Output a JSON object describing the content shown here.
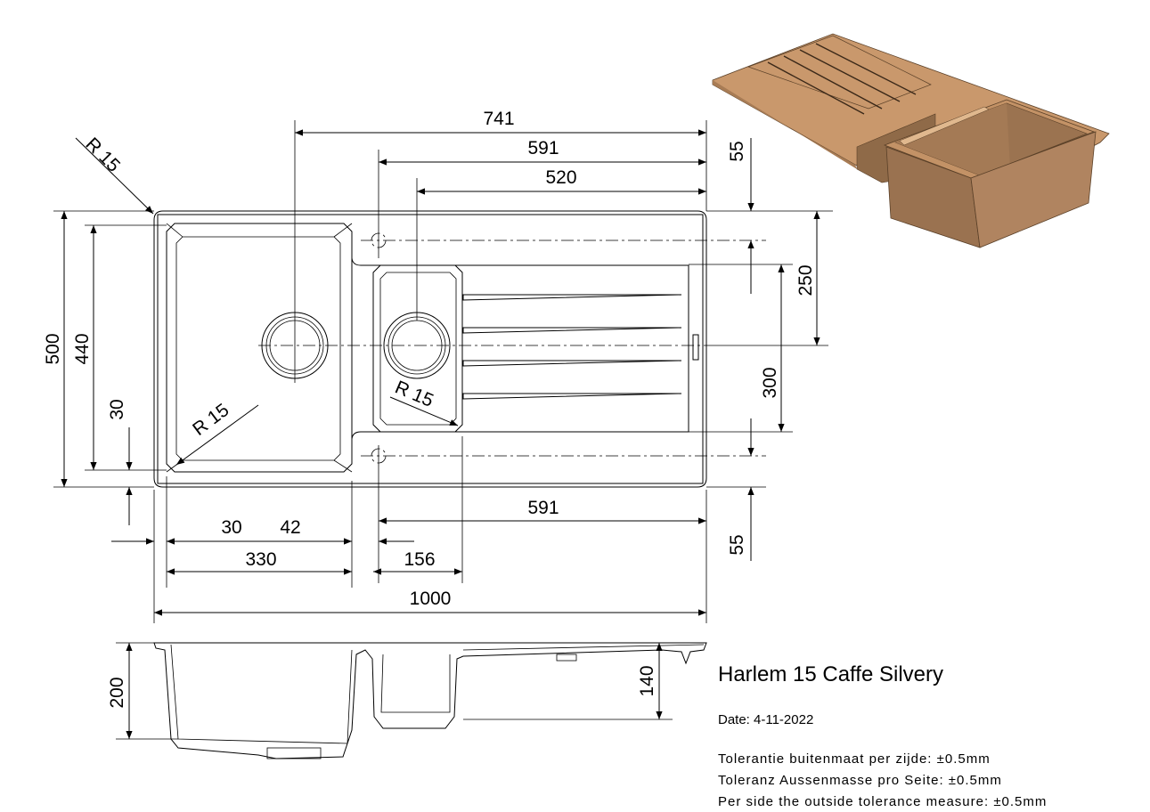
{
  "product": {
    "title": "Harlem 15 Caffe Silvery",
    "date": "Date: 4-11-2022",
    "tolerances": [
      "Tolerantie buitenmaat per zijde: ±0.5mm",
      "Toleranz Aussenmasse pro Seite: ±0.5mm",
      "Per side the outside tolerance measure: ±0.5mm"
    ],
    "render_color": "#C4946A"
  },
  "dimensions": {
    "top_741": "741",
    "top_591": "591",
    "top_520": "520",
    "radius_corner": "R 15",
    "radius_big_bowl": "R 15",
    "radius_small_bowl": "R 15",
    "height_500": "500",
    "height_440": "440",
    "left_30": "30",
    "right_55_top": "55",
    "right_250": "250",
    "right_300": "300",
    "right_55_bottom": "55",
    "bottom_591": "591",
    "bottom_30": "30",
    "bottom_42": "42",
    "bottom_330": "330",
    "bottom_156": "156",
    "bottom_1000": "1000",
    "side_200": "200",
    "side_140": "140"
  }
}
